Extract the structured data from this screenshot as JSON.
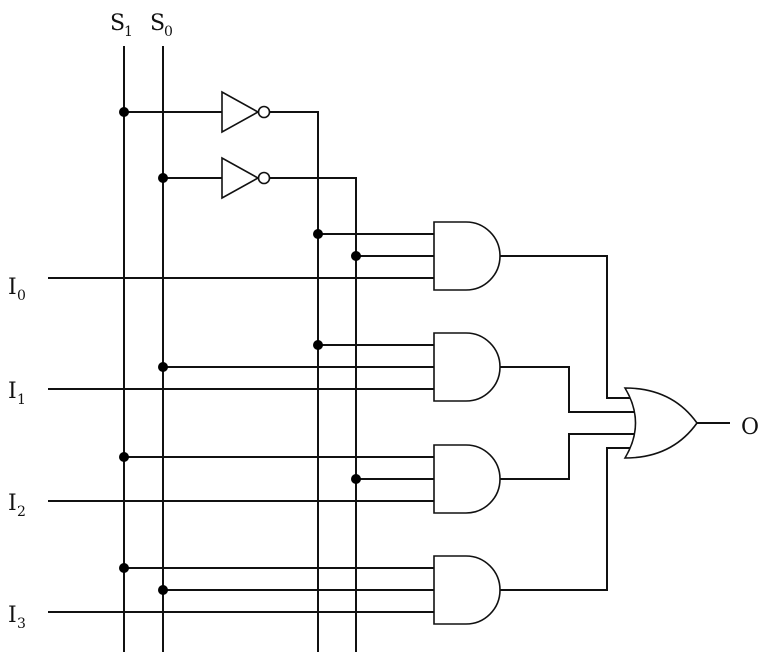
{
  "labels": {
    "s1": {
      "main": "S",
      "sub": "1"
    },
    "s0": {
      "main": "S",
      "sub": "0"
    },
    "i0": {
      "main": "I",
      "sub": "0"
    },
    "i1": {
      "main": "I",
      "sub": "1"
    },
    "i2": {
      "main": "I",
      "sub": "2"
    },
    "i3": {
      "main": "I",
      "sub": "3"
    },
    "out": "O"
  },
  "colors": {
    "ink": "#111111",
    "background": "#ffffff"
  }
}
